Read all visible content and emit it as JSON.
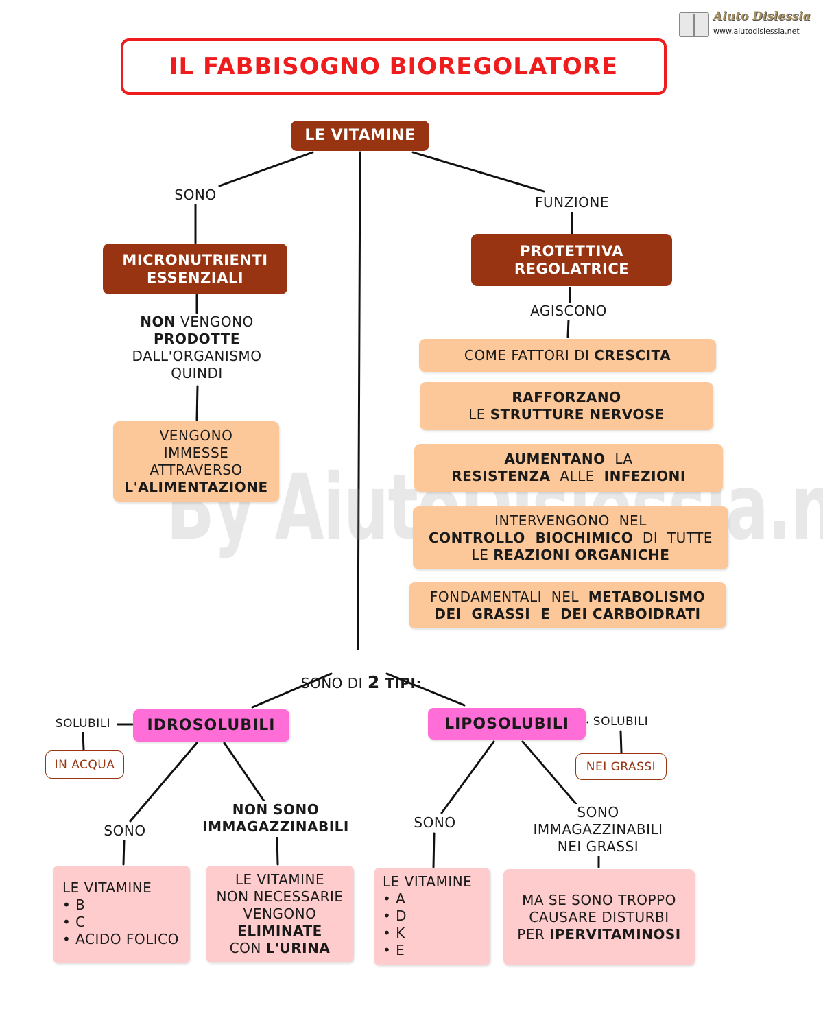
{
  "logo": {
    "name": "Aiuto Dislessia",
    "url": "www.aiutodislessia.net"
  },
  "title": "IL FABBISOGNO BIOREGOLATORE",
  "watermark": "By AiutoDislessia.net",
  "nodes": {
    "vitamine": "LE VITAMINE",
    "micronutrienti": [
      "MICRONUTRIENTI",
      "ESSENZIALI"
    ],
    "protettiva": [
      "PROTETTIVA",
      "REGOLATRICE"
    ],
    "alimentazione": [
      "VENGONO",
      "IMMESSE",
      "ATTRAVERSO",
      "L'ALIMENTAZIONE"
    ],
    "crescita": {
      "a": "COME FATTORI DI ",
      "b": "CRESCITA"
    },
    "rafforzano": {
      "l1": "RAFFORZANO",
      "l2a": "LE ",
      "l2b": "STRUTTURE NERVOSE"
    },
    "aumentano": {
      "l1a": "AUMENTANO",
      "l1b": "  LA",
      "l2a": "RESISTENZA",
      "l2b": "  ALLE  ",
      "l2c": "INFEZIONI"
    },
    "intervengono": {
      "l1": "INTERVENGONO  NEL",
      "l2a": "CONTROLLO  BIOCHIMICO",
      "l2b": "  DI  TUTTE",
      "l3a": "LE ",
      "l3b": "REAZIONI ORGANICHE"
    },
    "fondamentali": {
      "l1a": "FONDAMENTALI  NEL  ",
      "l1b": "METABOLISMO",
      "l2": "DEI  GRASSI  E  DEI CARBOIDRATI"
    },
    "idrosolubili": "IDROSOLUBILI",
    "liposolubili": "LIPOSOLUBILI",
    "in_acqua": "IN ACQUA",
    "nei_grassi": "NEI GRASSI",
    "idro_list": {
      "head": "LE VITAMINE",
      "items": [
        "• B",
        "• C",
        "• ACIDO FOLICO"
      ]
    },
    "eliminate": {
      "l1": "LE VITAMINE",
      "l2": "NON NECESSARIE",
      "l3": "VENGONO",
      "l4": "ELIMINATE",
      "l5a": "CON ",
      "l5b": "L'URINA"
    },
    "lipo_list": {
      "head": "LE VITAMINE",
      "items": [
        "• A",
        "• D",
        "• K",
        "• E"
      ]
    },
    "ipervitaminosi": {
      "l1": "MA SE SONO TROPPO",
      "l2": "CAUSARE DISTURBI",
      "l3a": "PER ",
      "l3b": "IPERVITAMINOSI"
    }
  },
  "labels": {
    "sono": "SONO",
    "funzione": "FUNZIONE",
    "non_vengono": {
      "a": "NON",
      "b": " VENGONO",
      "c": "PRODOTTE",
      "d": "DALL'ORGANISMO",
      "e": "QUINDI"
    },
    "agiscono": "AGISCONO",
    "due_tipi": {
      "a": "SONO DI ",
      "b": "2",
      "c": " TIPI:"
    },
    "solubili_left": "SOLUBILI",
    "solubili_right": "SOLUBILI",
    "sono_idro": "SONO",
    "non_imm": [
      "NON SONO",
      "IMMAGAZZINABILI"
    ],
    "sono_lipo": "SONO",
    "sono_imm": [
      "SONO",
      "IMMAGAZZINABILI",
      "NEI GRASSI"
    ]
  },
  "colors": {
    "title_red": "#ee1c1c",
    "brown": "#983411",
    "peach": "#fcc899",
    "pink": "#ff6ed7",
    "light_pink": "#fecccc"
  }
}
